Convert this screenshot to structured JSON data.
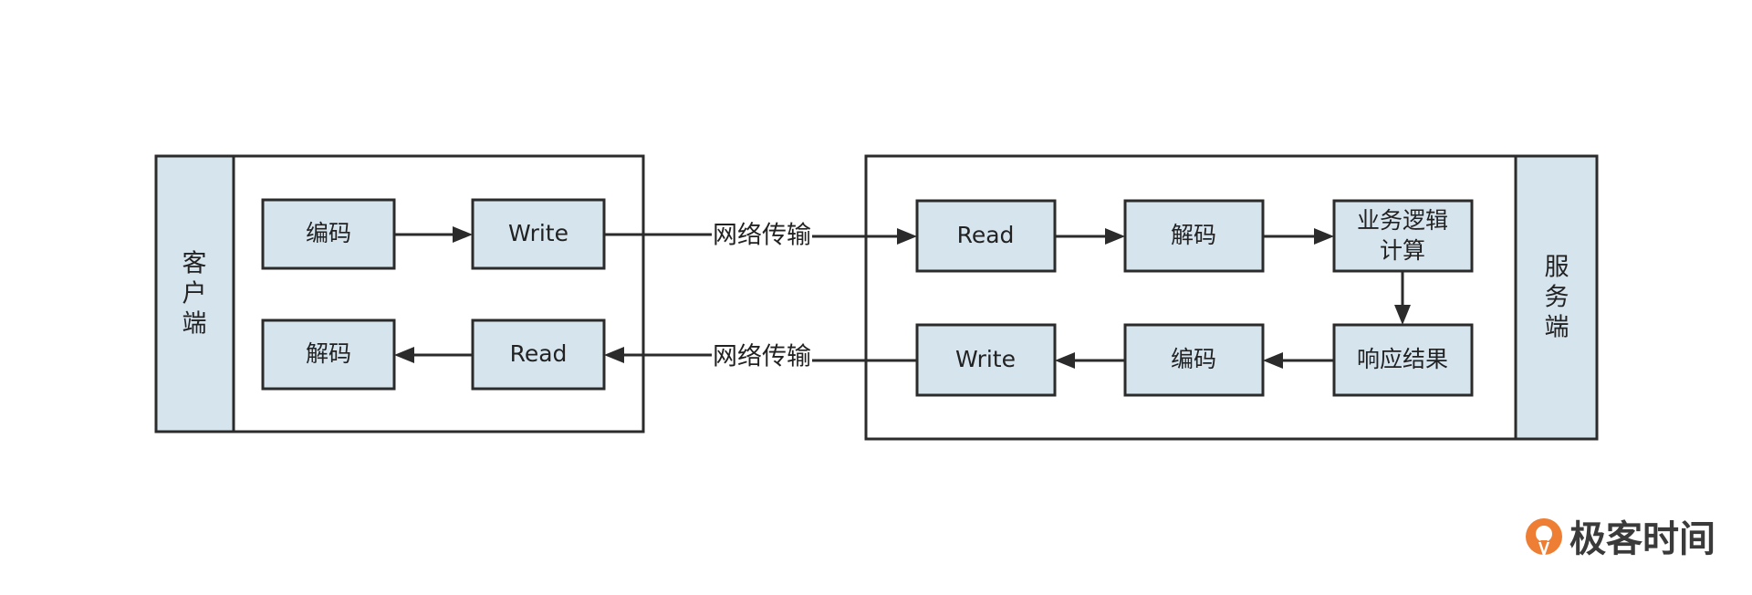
{
  "client": {
    "label": [
      "客",
      "户",
      "端"
    ]
  },
  "server": {
    "label": [
      "服",
      "务",
      "端"
    ]
  },
  "client_boxes": {
    "encode": "编码",
    "write": "Write",
    "decode": "解码",
    "read": "Read"
  },
  "server_boxes": {
    "read": "Read",
    "decode": "解码",
    "logic_line1": "业务逻辑",
    "logic_line2": "计算",
    "write": "Write",
    "encode": "编码",
    "response": "响应结果"
  },
  "network": {
    "request_label": "网络传输",
    "response_label": "网络传输"
  },
  "brand": {
    "name": "极客时间"
  }
}
